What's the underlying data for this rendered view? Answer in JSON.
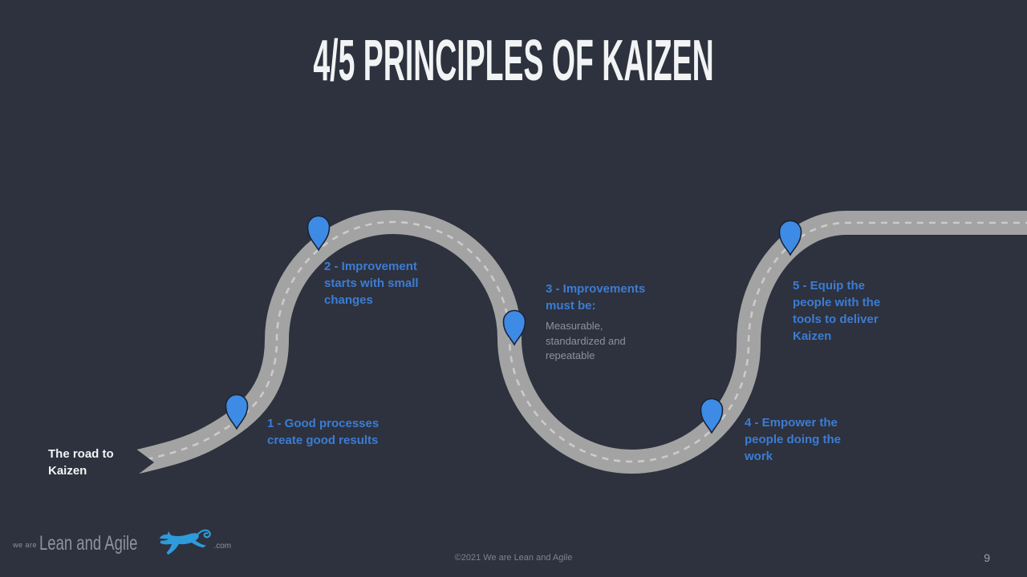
{
  "slide": {
    "title": "4/5 PRINCIPLES OF KAIZEN",
    "copyright": "©2021 We are Lean and Agile",
    "page_number": "9"
  },
  "road": {
    "start_label": "The road to\nKaizen",
    "steps": [
      {
        "label": "1 - Good processes\ncreate good results"
      },
      {
        "label": "2 - Improvement\nstarts with small\nchanges"
      },
      {
        "label": "3 - Improvements\nmust be:",
        "sub": "Measurable,\nstandardized and\nrepeatable"
      },
      {
        "label": "4 - Empower the\npeople doing the\nwork"
      },
      {
        "label": "5 - Equip the\npeople with the\ntools to deliver\nKaizen"
      }
    ]
  },
  "logo": {
    "prefix": "we are",
    "name": "Lean and Agile",
    "suffix": ".com",
    "icon": "greyhound-dog-icon"
  },
  "icons": {
    "marker": "map-pin-icon"
  },
  "colors": {
    "bg": "#2d323e",
    "road": "#a3a3a3",
    "dash": "#d2d2d2",
    "accent": "#3c7cd4",
    "pin": "#3e8be6",
    "pin-stroke": "#1a2335",
    "white-text": "#f2f3f4",
    "muted": "#8d929c",
    "footer": "#7e838d",
    "logo-gray": "#8d939e",
    "logo-blue": "#2e9bdc"
  }
}
